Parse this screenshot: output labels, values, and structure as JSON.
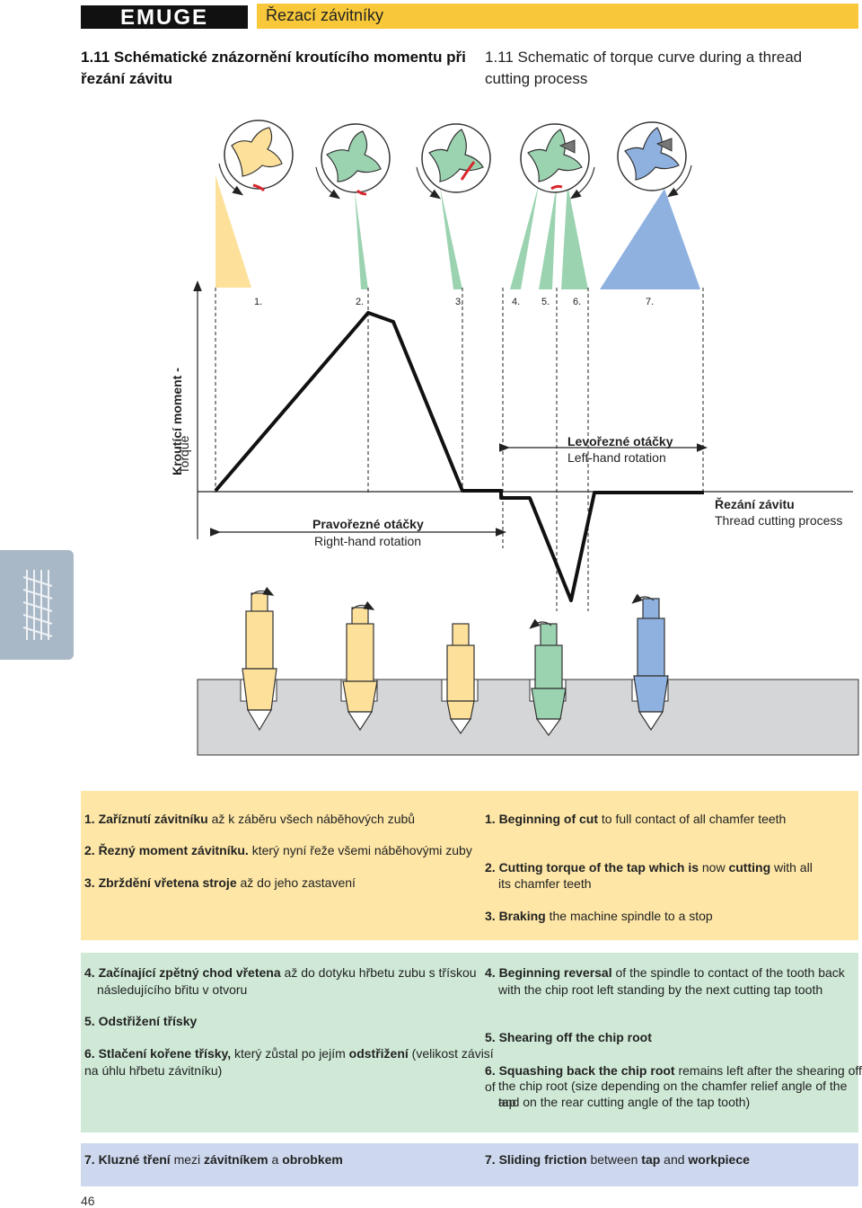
{
  "header": {
    "brand": "EMUGE",
    "section": "Řezací závitníky"
  },
  "title": {
    "cz": "1.11 Schématické znázornění kroutícího momentu při řezání závitu",
    "en": "1.11 Schematic of torque curve during a thread cutting process"
  },
  "axis": {
    "y_cz": "Kroutící moment -",
    "y_en": "Torque"
  },
  "steps": [
    "1.",
    "2.",
    "3.",
    "4.",
    "5.",
    "6.",
    "7."
  ],
  "labels": {
    "left_hand_cz": "Levořezné otáčky",
    "left_hand_en": "Left-hand rotation",
    "right_hand_cz": "Pravořezné otáčky",
    "right_hand_en": "Right-hand rotation",
    "thread_cz": "Řezání závitu",
    "thread_en": "Thread cutting process"
  },
  "colors": {
    "yellow": "#fde19b",
    "green": "#9bd3b1",
    "blue": "#8eb1e0",
    "workpiece": "#d4d6d8",
    "header": "#f8c83a",
    "chip": "#d9262c"
  },
  "descriptions": {
    "cz_1": [
      "1. Zaříznutí závitníku",
      " až k záběru všech náběhových zubů"
    ],
    "cz_2": [
      "2. Řezný moment závitníku.",
      " který nyní řeže všemi náběhovými zuby"
    ],
    "cz_3": [
      "3. Zbrždění vřetena stroje",
      " až do jeho zastavení"
    ],
    "en_1": [
      "1. Beginning of cut",
      " to full contact of all chamfer teeth"
    ],
    "en_2a": [
      "2. Cutting torque of the tap which is",
      " now ",
      "cutting",
      " with all"
    ],
    "en_2b": "its chamfer teeth",
    "en_3": [
      "3. Braking",
      " the machine spindle to a stop"
    ],
    "cz_4a": [
      "4. Začínající zpětný chod vřetena",
      " až do dotyku hřbetu zubu s třískou"
    ],
    "cz_4b": "následujícího břitu v otvoru",
    "cz_5": "5. Odstřižení třísky",
    "cz_6a": [
      "6. Stlačení kořene třísky,",
      " který zůstal po jejím ",
      "odstřižení",
      " (velikost závisí"
    ],
    "cz_6b": "na úhlu hřbetu závitníku)",
    "en_4a": [
      "4. Beginning reversal",
      " of the spindle to contact of the tooth back"
    ],
    "en_4b": "with the chip root left standing by the next cutting tap tooth",
    "en_5": "5. Shearing off the chip root",
    "en_6a": [
      "6. Squashing back the chip root",
      " remains left after the shearing off of"
    ],
    "en_6b": "the chip root (size depending on the chamfer relief angle of the tap",
    "en_6c": "and on the rear cutting angle of the tap tooth)",
    "cz_7": [
      "7. Kluzné tření",
      " mezi ",
      "závitníkem",
      " a ",
      "obrobkem"
    ],
    "en_7": [
      "7. Sliding friction",
      " between ",
      "tap",
      " and ",
      "workpiece"
    ]
  },
  "page_number": "46"
}
